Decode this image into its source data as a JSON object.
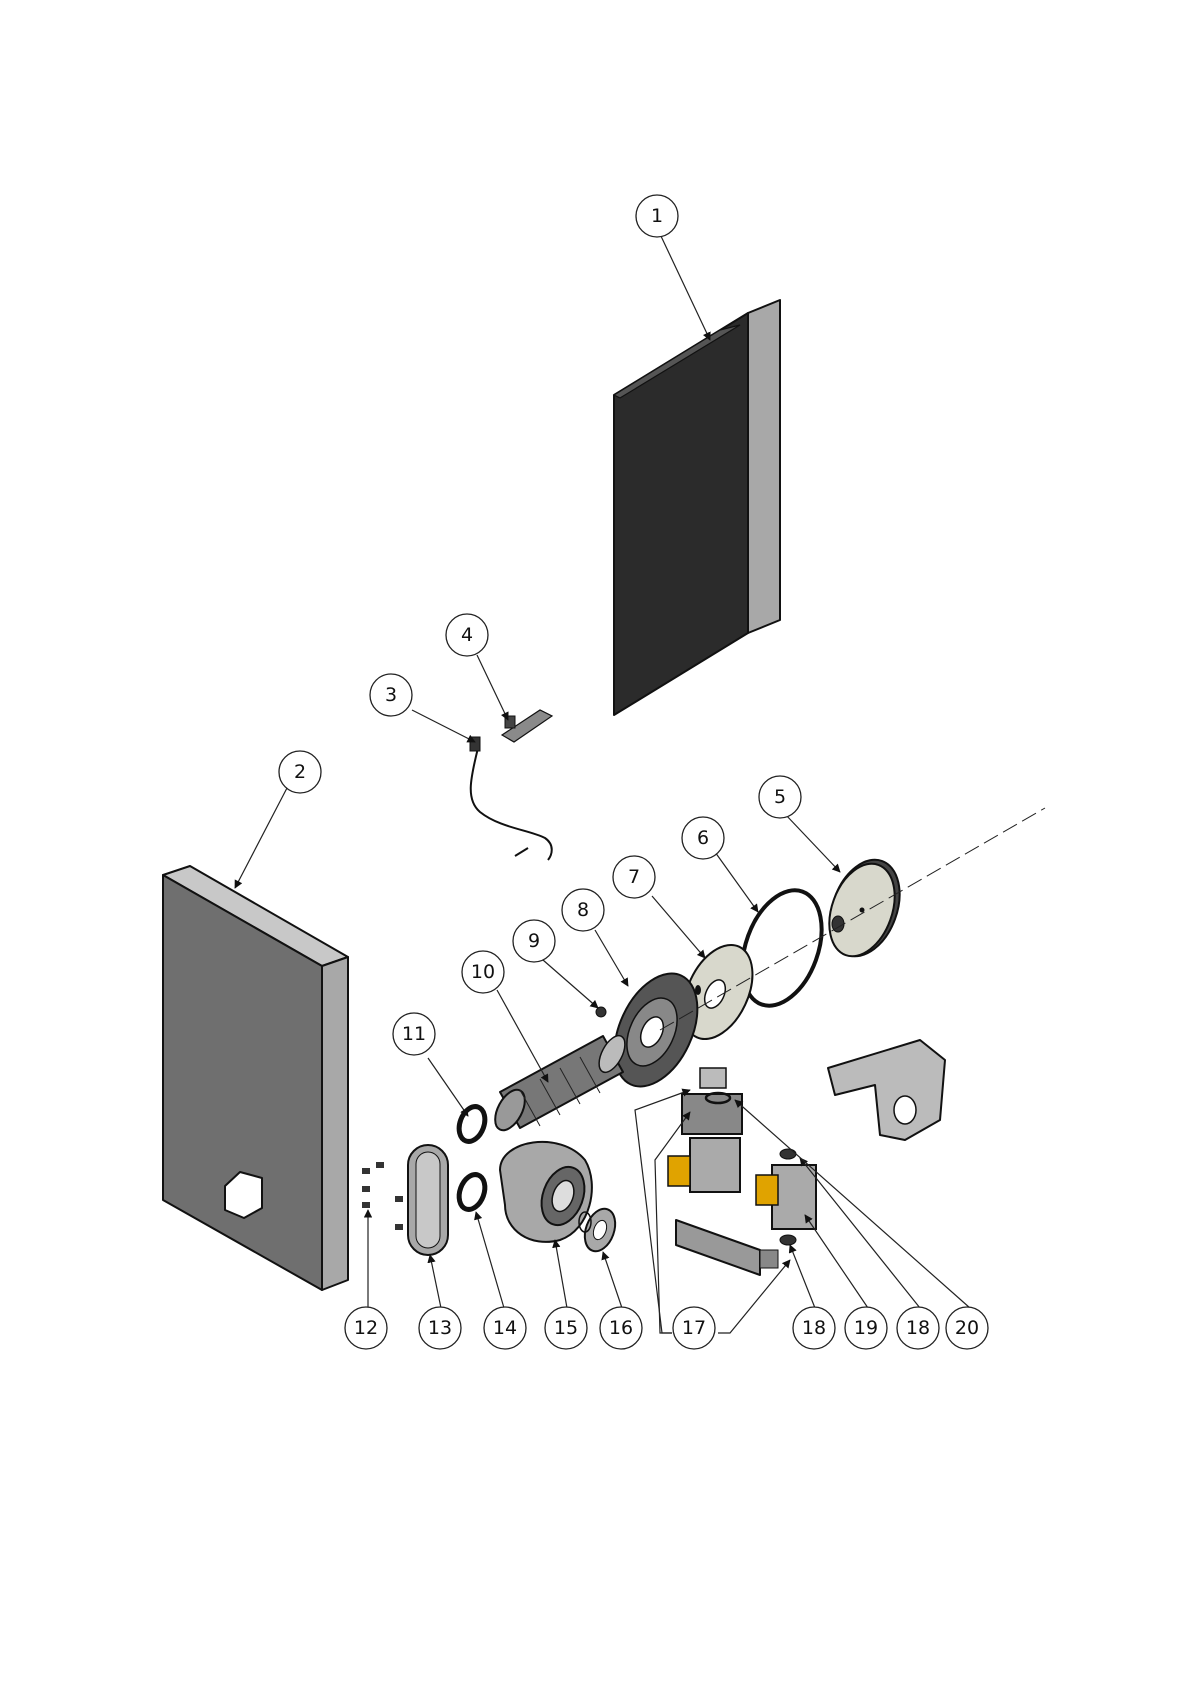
{
  "diagram": {
    "colors": {
      "panel_dark": "#2b2b2b",
      "panel_grey": "#6f6f6f",
      "panel_side": "#a8a8a8",
      "light_part": "#d8d8cc",
      "outline": "#111111"
    },
    "callouts": [
      "1",
      "2",
      "3",
      "4",
      "5",
      "6",
      "7",
      "8",
      "9",
      "10",
      "11",
      "12",
      "13",
      "14",
      "15",
      "16",
      "17",
      "17",
      "18",
      "18",
      "19",
      "20"
    ]
  }
}
